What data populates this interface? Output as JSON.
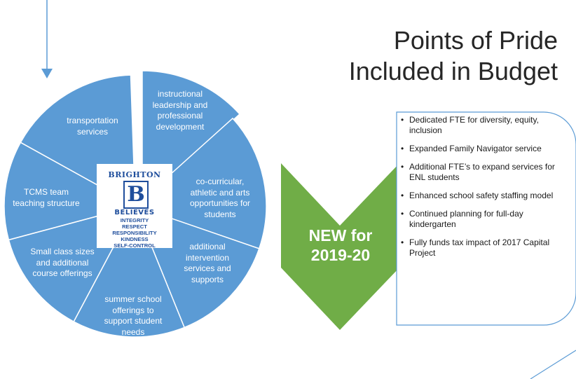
{
  "title": {
    "line1": "Points of Pride",
    "line2": "Included in Budget"
  },
  "wheel": {
    "segments": [
      {
        "key": "instructional",
        "lines": [
          "instructional",
          "leadership and",
          "professional",
          "development"
        ]
      },
      {
        "key": "co_curricular",
        "lines": [
          "co-curricular,",
          "athletic and arts",
          "opportunities for",
          "students"
        ]
      },
      {
        "key": "intervention",
        "lines": [
          "additional",
          "intervention",
          "services and",
          "supports"
        ]
      },
      {
        "key": "summer_school",
        "lines": [
          "summer school",
          "offerings to",
          "support student",
          "needs"
        ]
      },
      {
        "key": "class_sizes",
        "lines": [
          "Small class sizes",
          "and additional",
          "course offerings"
        ]
      },
      {
        "key": "tcms",
        "lines": [
          "TCMS team",
          "teaching structure"
        ]
      },
      {
        "key": "transportation",
        "lines": [
          "transportation",
          "services"
        ]
      }
    ],
    "fill_color": "#5b9bd5",
    "highlight_color": "#5b9bd5",
    "divider_color": "#ffffff"
  },
  "logo": {
    "top_text": "BRIGHTON",
    "letter": "B",
    "believes": "BELIEVES",
    "values": [
      "INTEGRITY",
      "RESPECT",
      "RESPONSIBILITY",
      "KINDNESS",
      "SELF-CONTROL"
    ],
    "color": "#1f4e9c"
  },
  "new_section": {
    "line1": "NEW for",
    "line2": "2019-20",
    "color": "#70ad47"
  },
  "new_items": [
    "Dedicated FTE for diversity, equity, inclusion",
    "Expanded Family Navigator service",
    "Additional FTE’s to expand services for ENL students",
    "Enhanced school safety staffing model",
    "Continued planning for full-day kindergarten",
    "Fully funds tax impact of 2017 Capital Project"
  ],
  "bullet_char": "•",
  "accent_line_color": "#5b9bd5"
}
